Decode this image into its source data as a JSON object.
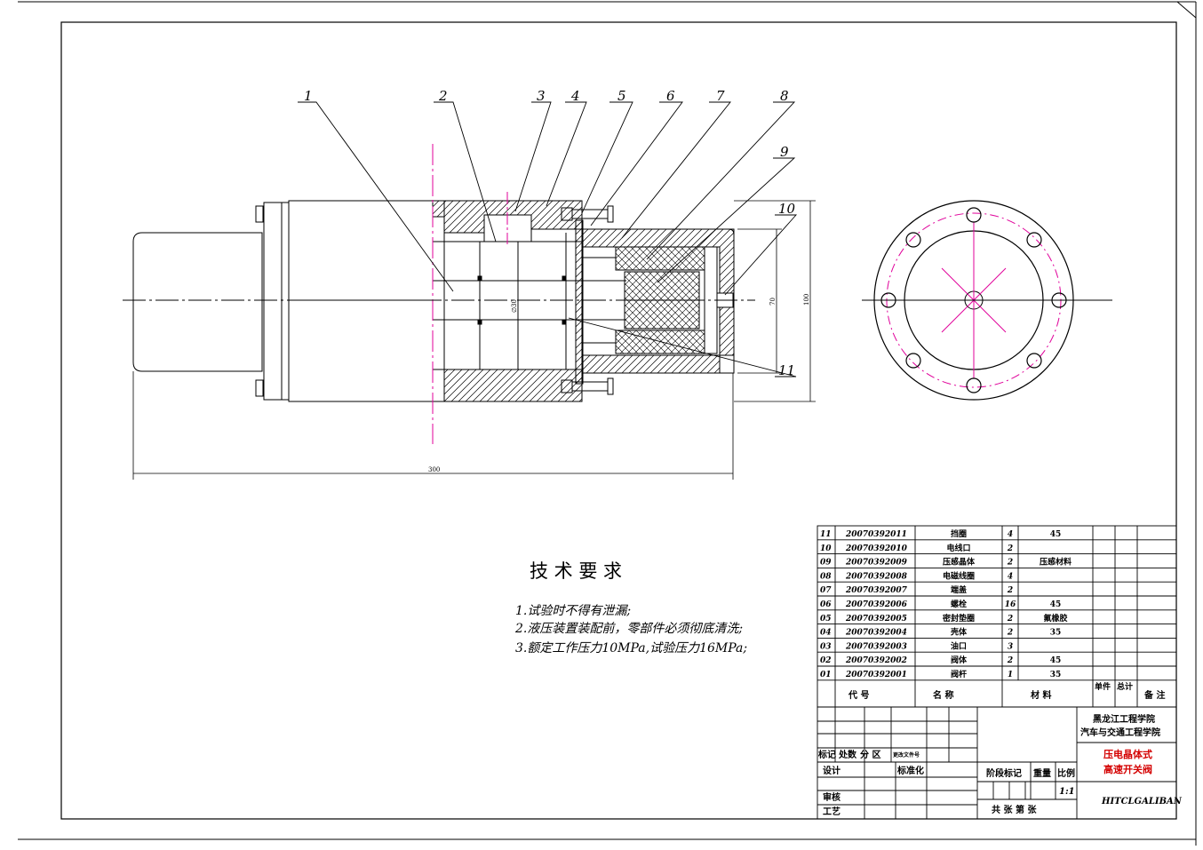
{
  "drawing": {
    "dimensions": {
      "length": "300",
      "bore": "∅30",
      "inner": "70",
      "outer": "100"
    },
    "balloons": [
      "1",
      "2",
      "3",
      "4",
      "5",
      "6",
      "7",
      "8",
      "9",
      "10",
      "11"
    ]
  },
  "technical_requirements": {
    "title": "技 术 要 求",
    "items": [
      "1.试验时不得有泄漏;",
      "2.液压装置装配前，零部件必须彻底清洗;",
      "3.额定工作压力10MPa,试验压力16MPa;"
    ]
  },
  "bom": {
    "rows": [
      {
        "no": "11",
        "code": "20070392011",
        "name": "挡圈",
        "qty": "4",
        "material": "45"
      },
      {
        "no": "10",
        "code": "20070392010",
        "name": "电线口",
        "qty": "2",
        "material": ""
      },
      {
        "no": "09",
        "code": "20070392009",
        "name": "压感晶体",
        "qty": "2",
        "material": "压感材料"
      },
      {
        "no": "08",
        "code": "20070392008",
        "name": "电磁线圈",
        "qty": "4",
        "material": ""
      },
      {
        "no": "07",
        "code": "20070392007",
        "name": "端盖",
        "qty": "2",
        "material": ""
      },
      {
        "no": "06",
        "code": "20070392006",
        "name": "螺栓",
        "qty": "16",
        "material": "45"
      },
      {
        "no": "05",
        "code": "20070392005",
        "name": "密封垫圈",
        "qty": "2",
        "material": "氟橡胶"
      },
      {
        "no": "04",
        "code": "20070392004",
        "name": "壳体",
        "qty": "2",
        "material": "35"
      },
      {
        "no": "03",
        "code": "20070392003",
        "name": "油口",
        "qty": "3",
        "material": ""
      },
      {
        "no": "02",
        "code": "20070392002",
        "name": "阀体",
        "qty": "2",
        "material": "45"
      },
      {
        "no": "01",
        "code": "20070392001",
        "name": "阀杆",
        "qty": "1",
        "material": "35"
      }
    ],
    "headers": {
      "code": "代 号",
      "name": "名 称",
      "material": "材 料",
      "unit": "单件",
      "total": "总计",
      "remark": "备 注"
    }
  },
  "title_block": {
    "school1": "黑龙江工程学院",
    "school2": "汽车与交通工程学院",
    "product_name1": "压电晶体式",
    "product_name2": "高速开关阀",
    "drawing_code": "HITCLGALIBAN",
    "scale": "1:1",
    "labels": {
      "mark": "标记",
      "count": "处数",
      "zone": "分 区",
      "doc": "更改文件号",
      "design": "设计",
      "standard": "标准化",
      "stage": "阶段标记",
      "weight": "重量",
      "ratio": "比例",
      "review": "审核",
      "craft": "工艺",
      "sheets": "共 张 第 张"
    }
  },
  "colors": {
    "line": "#000000",
    "center": "#e0009a",
    "title_red": "#d40000"
  }
}
